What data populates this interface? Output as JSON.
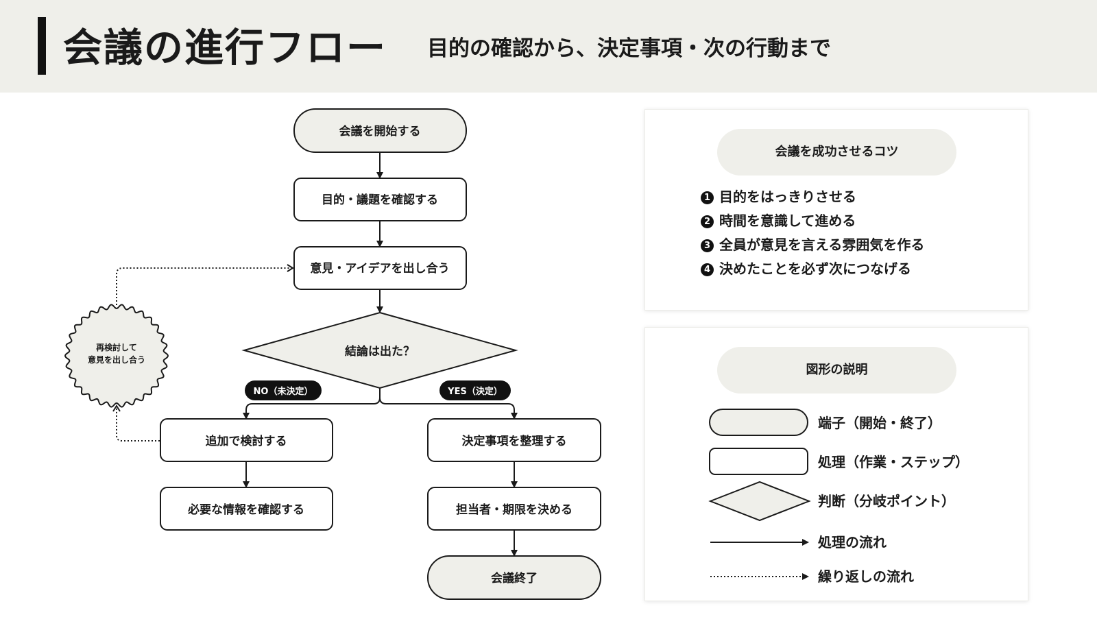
{
  "header": {
    "title": "会議の進行フロー",
    "subtitle": "目的の確認から、決定事項・次の行動まで"
  },
  "flow": {
    "start": "会議を開始する",
    "step_purpose": "目的・議題を確認する",
    "step_ideas": "意見・アイデアを出し合う",
    "decision": "結論は出た？",
    "no_badge": "NO（未決定）",
    "yes_badge": "YES（決定）",
    "no_step1": "追加で検討する",
    "no_step2": "必要な情報を確認する",
    "yes_step1": "決定事項を整理する",
    "yes_step2": "担当者・期限を決める",
    "end": "会議終了",
    "loop_line1": "再検討して",
    "loop_line2": "意見を出し合う"
  },
  "tips": {
    "heading": "会議を成功させるコツ",
    "items": [
      {
        "num": "1",
        "text": "目的をはっきりさせる"
      },
      {
        "num": "2",
        "text": "時間を意識して進める"
      },
      {
        "num": "3",
        "text": "全員が意見を言える雰囲気を作る"
      },
      {
        "num": "4",
        "text": "決めたことを必ず次につなげる"
      }
    ]
  },
  "legend": {
    "heading": "図形の説明",
    "terminal": "端子（開始・終了）",
    "process": "処理（作業・ステップ）",
    "decision": "判断（分岐ポイント）",
    "flow_line": "処理の流れ",
    "loop_line": "繰り返しの流れ"
  },
  "colors": {
    "header_bg": "#efefea",
    "terminal_fill": "#efefea",
    "ink": "#1a1a1a",
    "badge_bg": "#111111"
  }
}
